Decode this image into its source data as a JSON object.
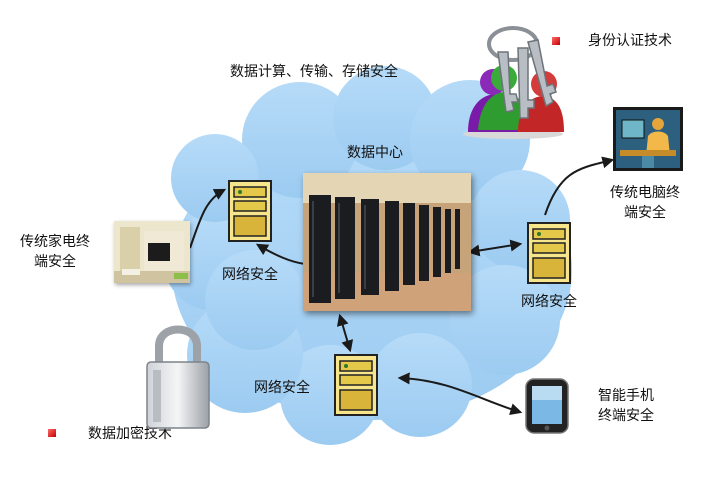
{
  "title": "数据计算、传输、存储安全",
  "legend": [
    {
      "label": "身份认证技术",
      "color": "#d81c1c"
    },
    {
      "label": "数据加密技术",
      "color": "#d81c1c"
    }
  ],
  "center": {
    "label": "数据中心"
  },
  "network_nodes": [
    {
      "label": "网络安全"
    },
    {
      "label": "网络安全"
    },
    {
      "label": "网络安全"
    }
  ],
  "endpoints": {
    "home_appliance": {
      "line1": "传统家电终",
      "line2": "端安全"
    },
    "pc": {
      "line1": "传统电脑终",
      "line2": "端安全"
    },
    "smartphone": {
      "line1": "智能手机",
      "line2": "终端安全"
    }
  },
  "icons": [
    "keys-users-icon",
    "padlock-icon",
    "server-icon",
    "datacenter-photo",
    "living-room-photo",
    "pc-user-icon",
    "smartphone-icon"
  ],
  "colors": {
    "cloud": "#a9d3f5",
    "bullet": "#d81c1c"
  }
}
